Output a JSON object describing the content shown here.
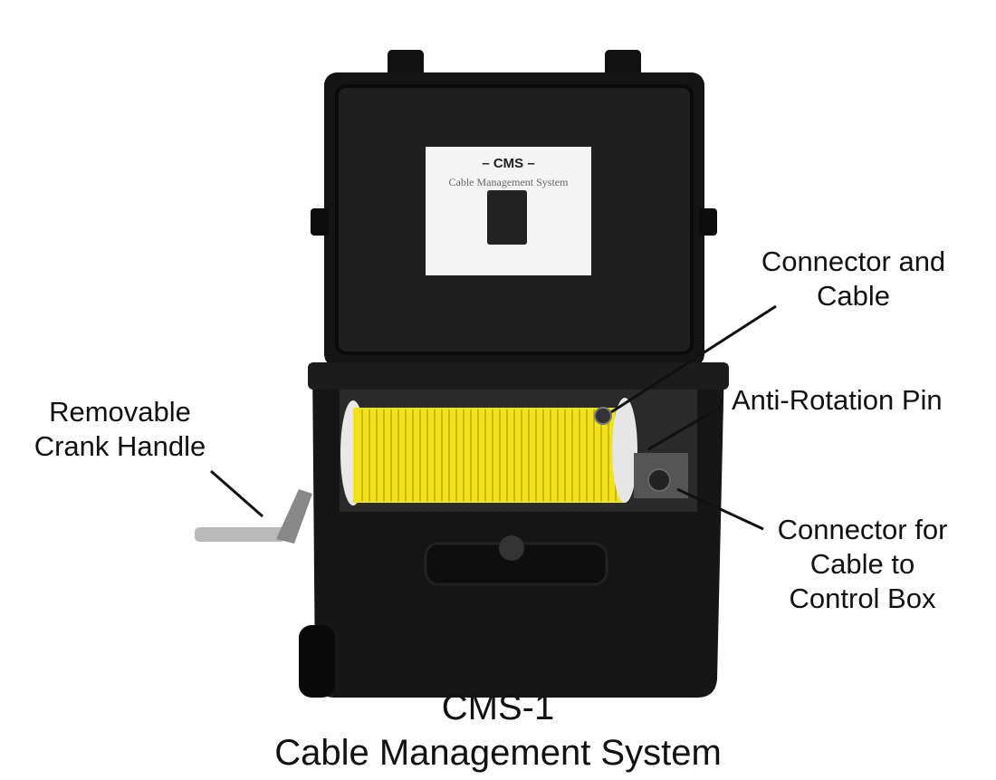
{
  "labels": {
    "crank": [
      "Removable",
      "Crank Handle"
    ],
    "connector_cable": [
      "Connector and",
      "Cable"
    ],
    "anti_rotation": "Anti-Rotation Pin",
    "control_box": [
      "Connector for",
      "Cable to",
      "Control Box"
    ]
  },
  "sheet": {
    "title": "– CMS –",
    "subtitle": "Cable Management System"
  },
  "caption": {
    "line1": "CMS-1",
    "line2": "Cable Management System"
  },
  "colors": {
    "cable": "#f2e21c",
    "case": "#1a1a1a"
  }
}
